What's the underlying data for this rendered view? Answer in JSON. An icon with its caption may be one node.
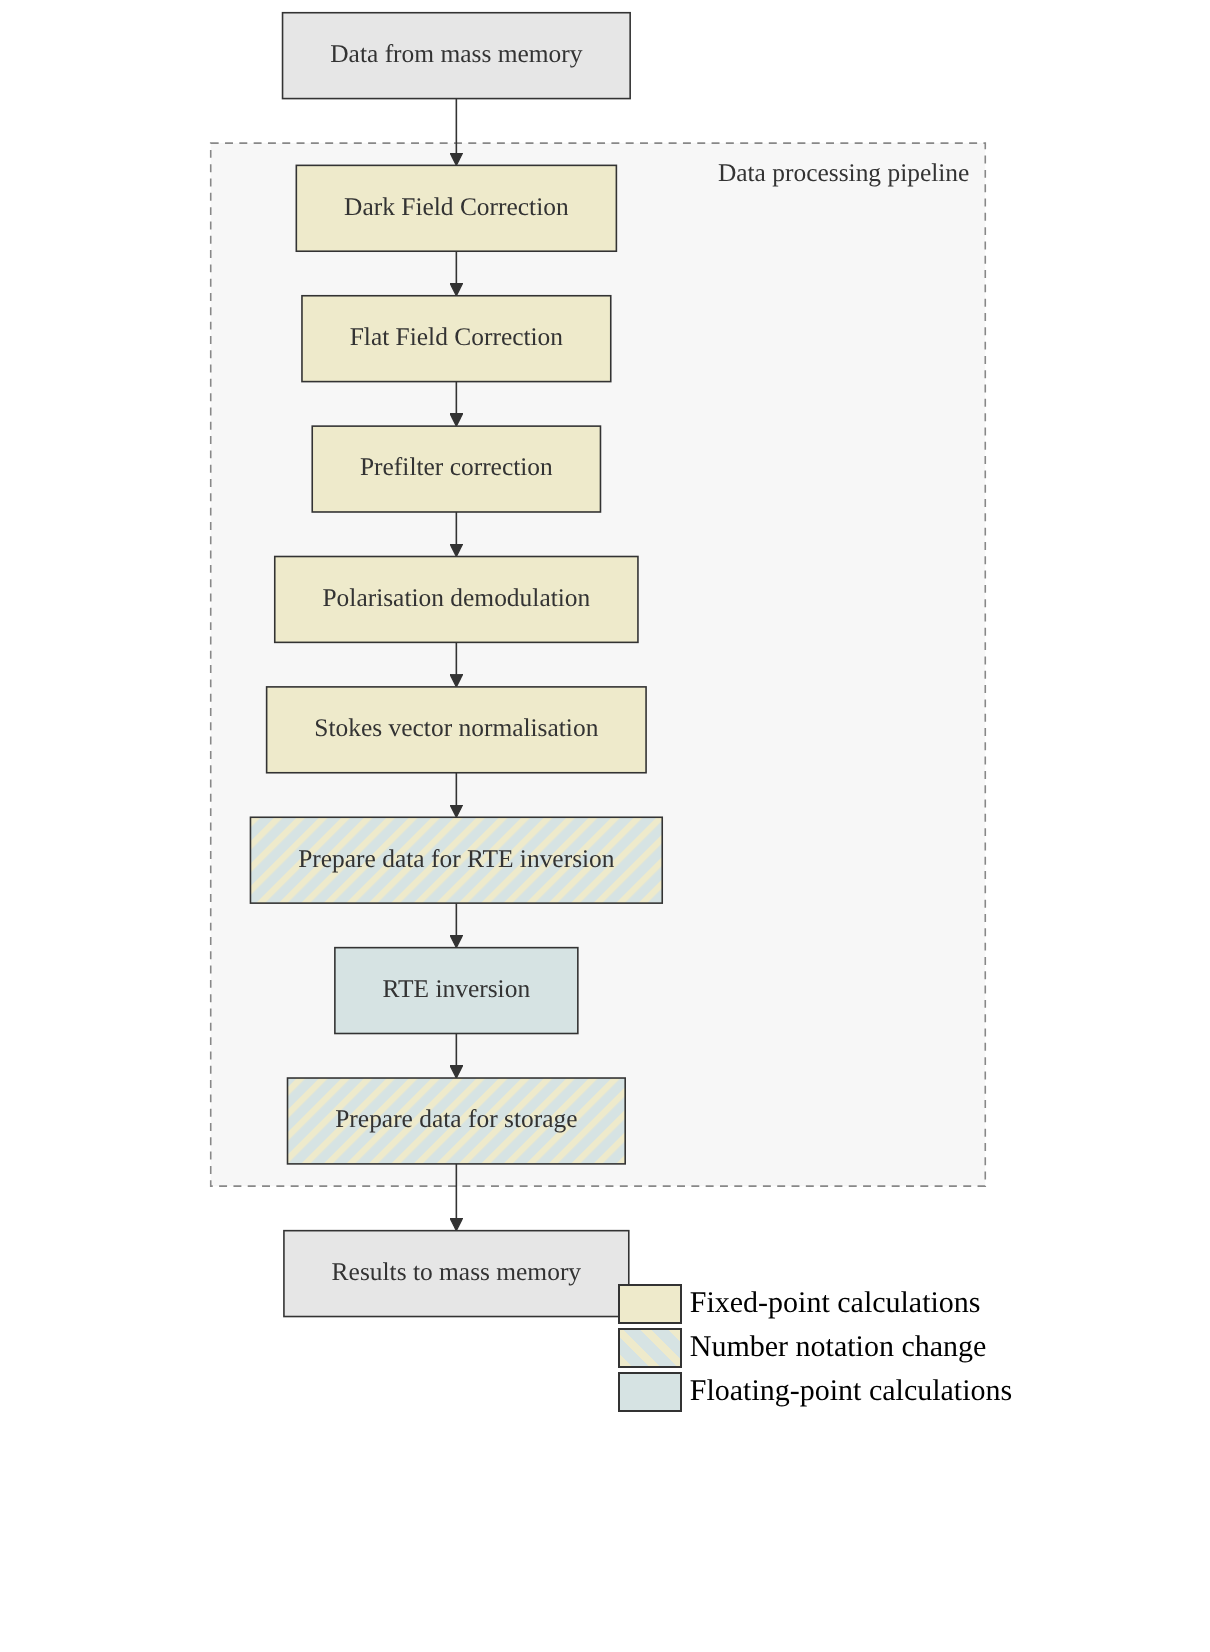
{
  "diagram": {
    "nodes": [
      {
        "text": [
          "Data from mass memory"
        ]
      },
      {
        "text": [
          "Data processing pipeline"
        ]
      },
      {
        "text": [
          "Dark Field Correction"
        ],
        "in": 1
      },
      {
        "text": [
          "Flat Field Correction"
        ],
        "in": 1
      },
      {
        "text": [
          "Prefilter correction"
        ],
        "in": 1
      },
      {
        "text": [
          "Polarisation demodulation"
        ],
        "in": 1
      },
      {
        "text": [
          "Stokes vector normalisation"
        ],
        "in": 1
      },
      {
        "text": [
          "Prepare data for RTE inversion"
        ],
        "in": 1
      },
      {
        "text": [
          "RTE inversion"
        ],
        "in": 1
      },
      {
        "text": [
          "Prepare data for storage"
        ],
        "in": 1
      },
      {
        "text": [
          "Results to mass memory"
        ]
      }
    ],
    "edges": [
      {
        "from": 0,
        "to": 2,
        "arrow": "to"
      },
      {
        "from": 2,
        "to": 3,
        "arrow": "to"
      },
      {
        "from": 3,
        "to": 4,
        "arrow": "to"
      },
      {
        "from": 4,
        "to": 5,
        "arrow": "to"
      },
      {
        "from": 5,
        "to": 6,
        "arrow": "to"
      },
      {
        "from": 6,
        "to": 7,
        "arrow": "to"
      },
      {
        "from": 7,
        "to": 8,
        "arrow": "to"
      },
      {
        "from": 8,
        "to": 9,
        "arrow": "to"
      },
      {
        "from": 9,
        "to": 10,
        "arrow": "to"
      }
    ],
    "legend": [
      {
        "text": "Fixed-point calculations",
        "color": "#eeeacb"
      },
      {
        "text": "Number notation change"
      },
      {
        "text": "Floating-point calculations",
        "color": "#d6e3e3"
      }
    ]
  }
}
